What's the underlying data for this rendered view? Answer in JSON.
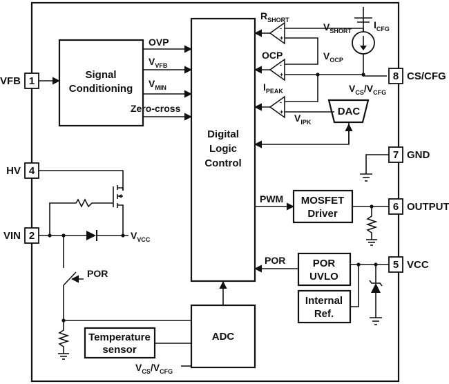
{
  "pins": [
    {
      "num": "1",
      "name": "VFB"
    },
    {
      "num": "2",
      "name": "VIN"
    },
    {
      "num": "4",
      "name": "HV"
    },
    {
      "num": "5",
      "name": "VCC"
    },
    {
      "num": "6",
      "name": "OUTPUT"
    },
    {
      "num": "7",
      "name": "GND"
    },
    {
      "num": "8",
      "name": "CS/CFG"
    }
  ],
  "blocks": {
    "signal_conditioning": [
      "Signal",
      "Conditioning"
    ],
    "digital_logic": [
      "Digital",
      "Logic",
      "Control"
    ],
    "mosfet_driver": [
      "MOSFET",
      "Driver"
    ],
    "por_uvlo": [
      "POR",
      "UVLO"
    ],
    "internal_ref": [
      "Internal",
      "Ref."
    ],
    "adc": "ADC",
    "temp_sensor": [
      "Temperature",
      "sensor"
    ],
    "dac": "DAC"
  },
  "signals": {
    "ovp": "OVP",
    "vfb": {
      "main": "V",
      "sub": "VFB"
    },
    "vmin": {
      "main": "V",
      "sub": "MIN"
    },
    "zero_cross": "Zero-cross",
    "pwm": "PWM",
    "por_to_logic": "POR",
    "por_switch": "POR",
    "ocp": "OCP",
    "rshort": {
      "main": "R",
      "sub": "SHORT"
    },
    "ipeak": {
      "main": "I",
      "sub": "PEAK"
    },
    "vshort": {
      "main": "V",
      "sub": "SHORT"
    },
    "vocp": {
      "main": "V",
      "sub": "OCP"
    },
    "vipk": {
      "main": "V",
      "sub": "IPK"
    },
    "icfg": {
      "main": "I",
      "sub": "CFG"
    },
    "vvcc": {
      "main": "V",
      "sub": "VCC"
    },
    "vcs_vcfg_right": {
      "a": "V",
      "a_sub": "CS",
      "sep": "/V",
      "b_sub": "CFG"
    },
    "vcs_vcfg_bottom": {
      "a": "V",
      "a_sub": "CS",
      "sep": "/V",
      "b_sub": "CFG"
    }
  },
  "comparator_signs": {
    "plus": "+",
    "minus": "-"
  }
}
